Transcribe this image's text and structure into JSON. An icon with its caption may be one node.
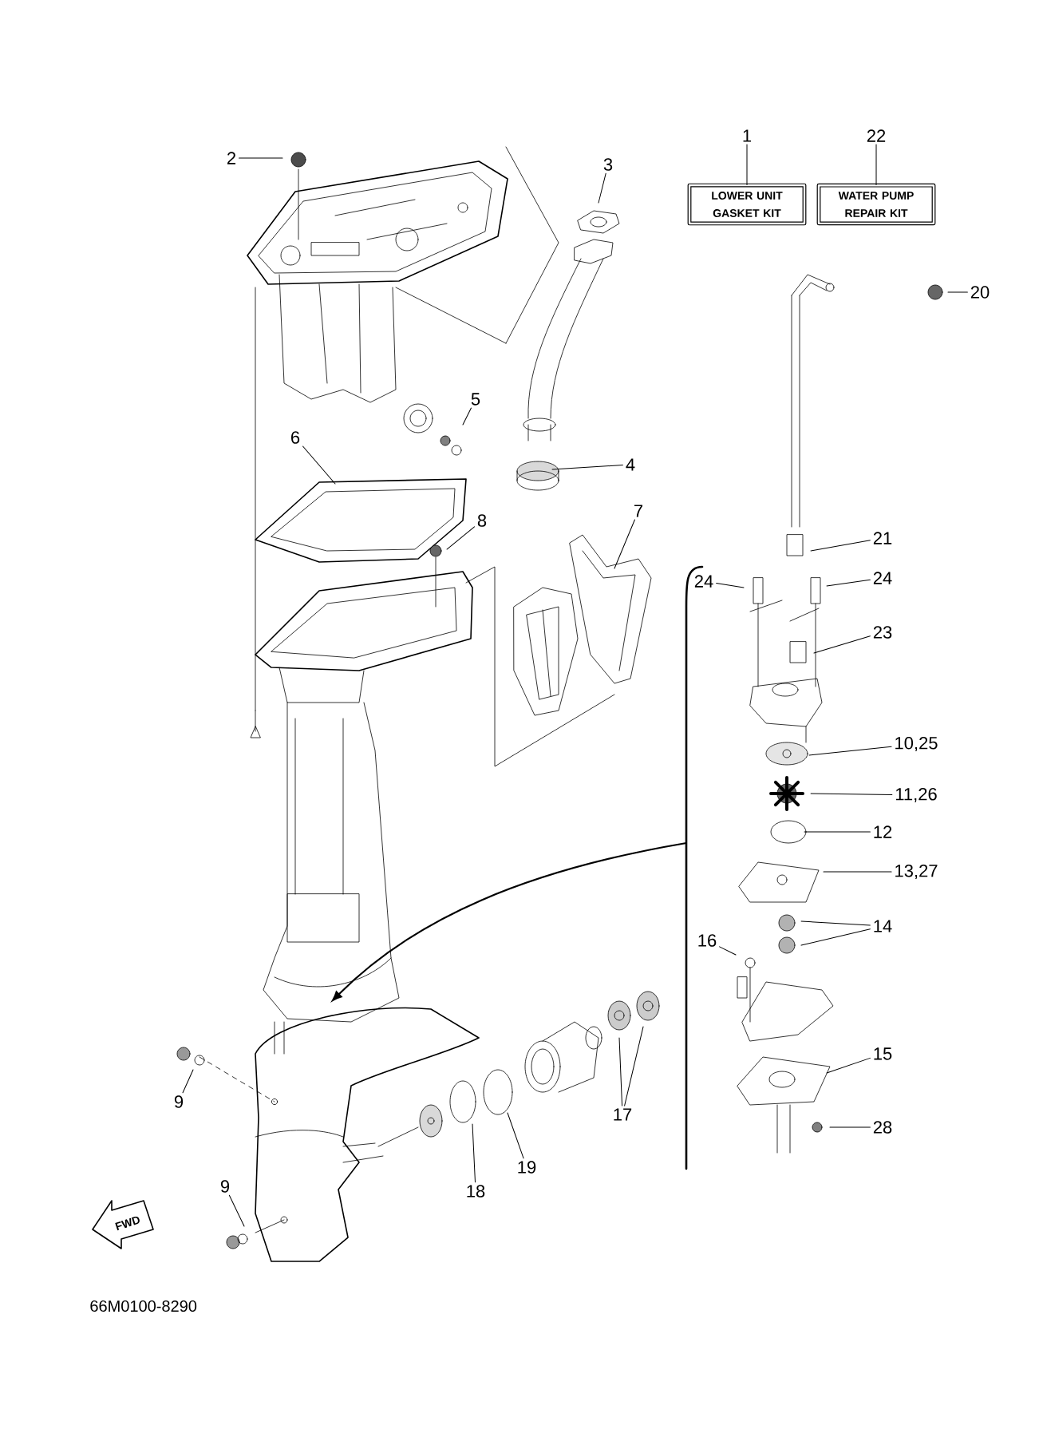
{
  "diagram": {
    "nodes": [
      {
        "text": [
          "2"
        ]
      },
      {
        "text": [
          "3"
        ]
      },
      {
        "text": [
          "1"
        ]
      },
      {
        "text": [
          "22"
        ]
      },
      {
        "text": [
          "LOWER UNIT GASKET KIT"
        ]
      },
      {
        "text": [
          "WATER PUMP REPAIR KIT"
        ]
      },
      {
        "text": [
          "20"
        ]
      },
      {
        "text": [
          "5"
        ]
      },
      {
        "text": [
          "6"
        ]
      },
      {
        "text": [
          "4"
        ]
      },
      {
        "text": [
          "8"
        ]
      },
      {
        "text": [
          "7"
        ]
      },
      {
        "text": [
          "21"
        ]
      },
      {
        "text": [
          "24"
        ]
      },
      {
        "text": [
          "24"
        ]
      },
      {
        "text": [
          "23"
        ]
      },
      {
        "text": [
          "10,25"
        ]
      },
      {
        "text": [
          "11,26"
        ]
      },
      {
        "text": [
          "12"
        ]
      },
      {
        "text": [
          "13,27"
        ]
      },
      {
        "text": [
          "14"
        ]
      },
      {
        "text": [
          "16"
        ]
      },
      {
        "text": [
          "15"
        ]
      },
      {
        "text": [
          "9"
        ]
      },
      {
        "text": [
          "17"
        ]
      },
      {
        "text": [
          "19"
        ]
      },
      {
        "text": [
          "28"
        ]
      },
      {
        "text": [
          "18"
        ]
      },
      {
        "text": [
          "9"
        ]
      }
    ],
    "edges": [
      {
        "from": 0,
        "to": null,
        "arrow": "none"
      },
      {
        "from": 1,
        "to": null,
        "arrow": "none"
      },
      {
        "from": 2,
        "to": 4,
        "arrow": "none"
      },
      {
        "from": 3,
        "to": 5,
        "arrow": "none"
      },
      {
        "from": 6,
        "to": null,
        "arrow": "none"
      },
      {
        "from": 7,
        "to": null,
        "arrow": "none"
      },
      {
        "from": 8,
        "to": null,
        "arrow": "none"
      },
      {
        "from": 9,
        "to": null,
        "arrow": "none"
      },
      {
        "from": 10,
        "to": null,
        "arrow": "none"
      },
      {
        "from": 11,
        "to": null,
        "arrow": "none"
      },
      {
        "from": 12,
        "to": null,
        "arrow": "none"
      },
      {
        "from": 13,
        "to": null,
        "arrow": "none"
      },
      {
        "from": 14,
        "to": null,
        "arrow": "none"
      },
      {
        "from": 15,
        "to": null,
        "arrow": "none"
      },
      {
        "from": 16,
        "to": null,
        "arrow": "none"
      },
      {
        "from": 17,
        "to": null,
        "arrow": "none"
      },
      {
        "from": 18,
        "to": null,
        "arrow": "none"
      },
      {
        "from": 19,
        "to": null,
        "arrow": "none"
      },
      {
        "from": 20,
        "to": null,
        "arrow": "none"
      },
      {
        "from": 20,
        "to": null,
        "arrow": "none"
      },
      {
        "from": 21,
        "to": null,
        "arrow": "none"
      },
      {
        "from": 22,
        "to": null,
        "arrow": "none"
      },
      {
        "from": 23,
        "to": null,
        "arrow": "none"
      },
      {
        "from": 24,
        "to": null,
        "arrow": "none"
      },
      {
        "from": 24,
        "to": null,
        "arrow": "none"
      },
      {
        "from": 25,
        "to": null,
        "arrow": "none"
      },
      {
        "from": 26,
        "to": null,
        "arrow": "none"
      },
      {
        "from": 27,
        "to": null,
        "arrow": "none"
      },
      {
        "from": 28,
        "to": null,
        "arrow": "none"
      }
    ],
    "labels": [
      "FWD",
      "66M0100-8290"
    ]
  }
}
